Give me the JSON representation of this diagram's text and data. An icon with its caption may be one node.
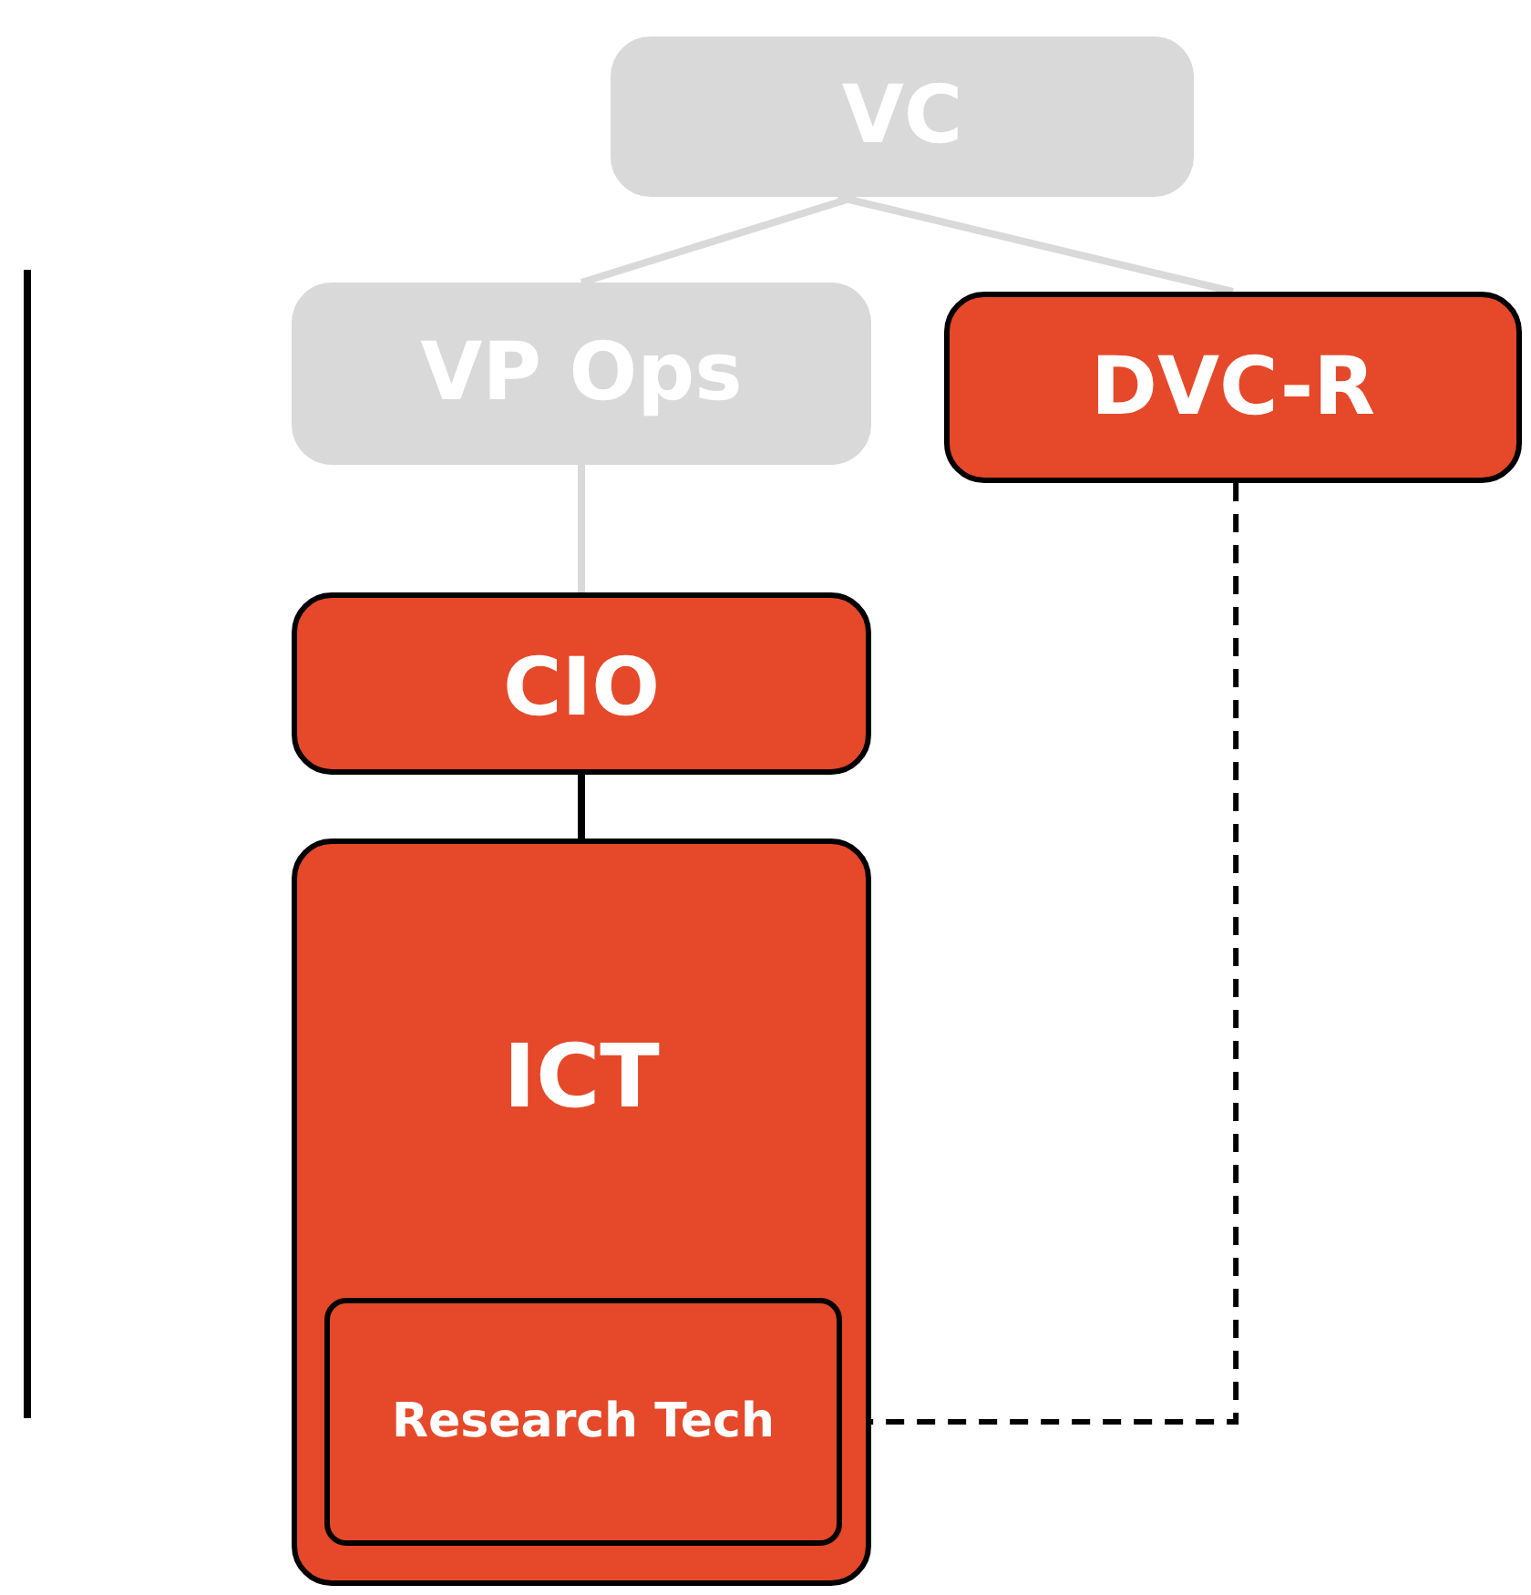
{
  "diagram": {
    "nodes": [
      {
        "text": [
          "VC"
        ]
      },
      {
        "text": [
          "VP Ops"
        ]
      },
      {
        "text": [
          "DVC-R"
        ]
      },
      {
        "text": [
          "CIO"
        ]
      },
      {
        "text": [
          "ICT"
        ]
      },
      {
        "text": [
          "Research Tech"
        ],
        "in": 4
      }
    ],
    "edges": [
      {
        "from": 0,
        "to": 1,
        "arrow": "none"
      },
      {
        "from": 0,
        "to": 2,
        "arrow": "none"
      },
      {
        "from": 1,
        "to": 3,
        "arrow": "none"
      },
      {
        "from": 3,
        "to": 4,
        "arrow": "none",
        "color": "#000000"
      },
      {
        "from": 2,
        "to": 5,
        "arrow": "none",
        "style": "dashed",
        "color": "#000000"
      }
    ]
  }
}
